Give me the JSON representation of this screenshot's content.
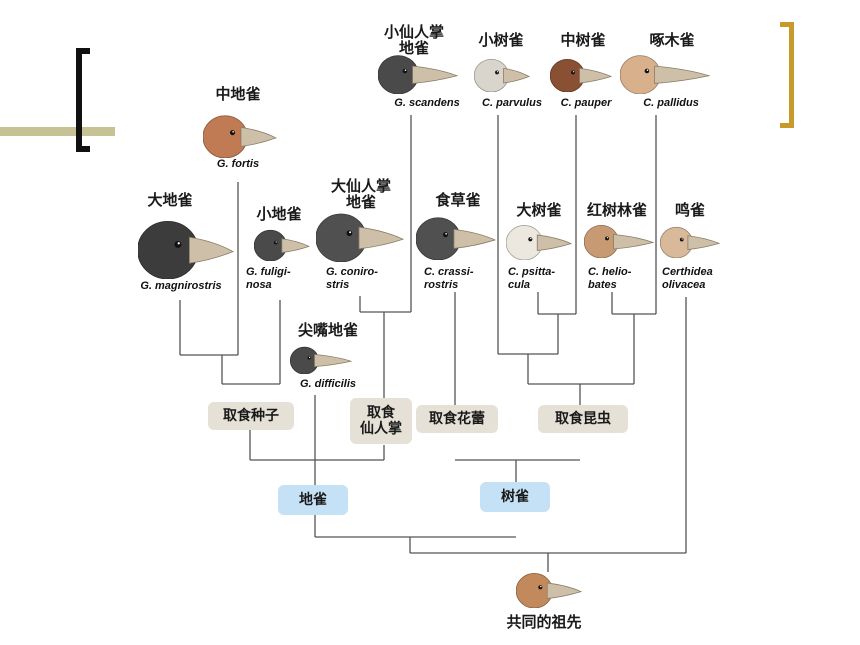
{
  "species": {
    "g_fortis": {
      "cn": "中地雀",
      "lat": "G. fortis",
      "color": "#c07a54"
    },
    "g_magnirostris": {
      "cn": "大地雀",
      "lat": "G. magnirostris",
      "color": "#3c3c3c"
    },
    "g_fuliginosa": {
      "cn": "小地雀",
      "lat": "G. fuligi-\nnosa",
      "color": "#4a4a4a"
    },
    "g_conirostris": {
      "cn": "大仙人掌\n地雀",
      "lat": "G. coniro-\nstris",
      "color": "#505050"
    },
    "g_scandens": {
      "cn": "小仙人掌\n地雀",
      "lat": "G. scandens",
      "color": "#4a4a4a"
    },
    "c_parvulus": {
      "cn": "小树雀",
      "lat": "C. parvulus",
      "color": "#d9d5cc"
    },
    "c_pauper": {
      "cn": "中树雀",
      "lat": "C. pauper",
      "color": "#8a5034"
    },
    "c_pallidus": {
      "cn": "啄木雀",
      "lat": "C. pallidus",
      "color": "#d9b08c"
    },
    "c_crassirostris": {
      "cn": "食草雀",
      "lat": "C. crassi-\nrostris",
      "color": "#505050"
    },
    "c_psittacula": {
      "cn": "大树雀",
      "lat": "C. psitta-\ncula",
      "color": "#ece7df"
    },
    "c_heliobates": {
      "cn": "红树林雀",
      "lat": "C. helio-\nbates",
      "color": "#c89a74"
    },
    "certhidea": {
      "cn": "鸣雀",
      "lat": "Certhidea\nolivacea",
      "color": "#d8b99a"
    },
    "g_difficilis": {
      "cn": "尖嘴地雀",
      "lat": "G. difficilis",
      "color": "#4a4a4a"
    }
  },
  "diets": {
    "seeds": "取食种子",
    "cactus": "取食\n仙人掌",
    "buds": "取食花蕾",
    "insects": "取食昆虫"
  },
  "groups": {
    "ground": "地雀",
    "tree": "树雀"
  },
  "ancestor": {
    "label": "共同的祖先",
    "color": "#c28a5c"
  },
  "colors": {
    "line": "#555555",
    "diet_bg": "#e6e1d7",
    "group_bg": "#c4e1f5",
    "deco_olive": "#c6c294",
    "deco_gold": "#c79a2a"
  }
}
